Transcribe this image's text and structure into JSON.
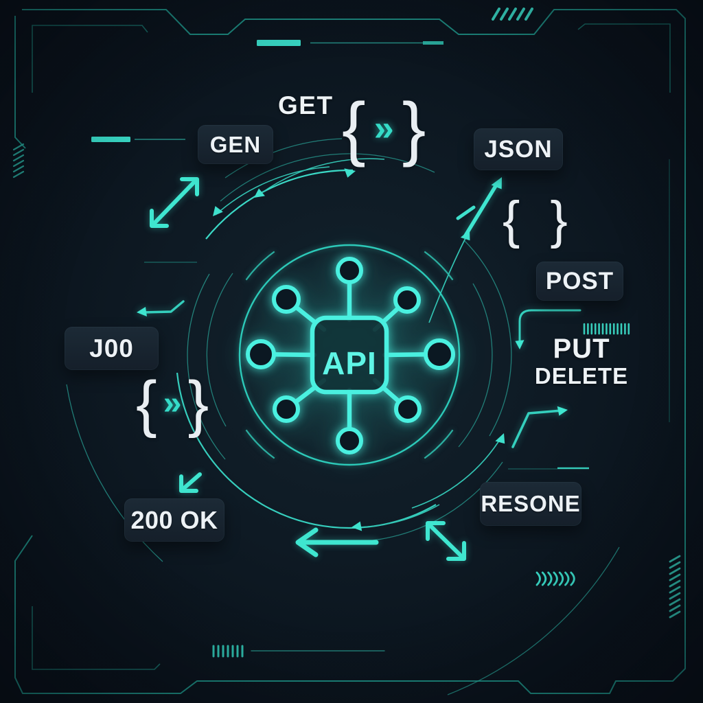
{
  "colors": {
    "background": "#0c1520",
    "accent": "#2fd6c3",
    "accent_bright": "#4df1e1",
    "accent_dim": "#1e847b",
    "badge_background": "#18242f",
    "text": "#edf2f6"
  },
  "hub": {
    "label": "API"
  },
  "badges": {
    "gen": "GEN",
    "json": "JSON",
    "post": "POST",
    "j00": "J00",
    "status": "200 OK",
    "response": "RESONE"
  },
  "labels": {
    "get": "GET",
    "put": "PUT",
    "delete": "DELETE"
  },
  "glyphs": {
    "brace_open": "{",
    "brace_close": "}",
    "double_chevron": "»"
  },
  "icons": {
    "api_hub": "chip with 8 radiating nodes",
    "expand_arrows": "double-headed diagonal arrows",
    "flow_arcs": "circular arcs with arrowheads",
    "hud_frame": "angular teal border frame"
  }
}
